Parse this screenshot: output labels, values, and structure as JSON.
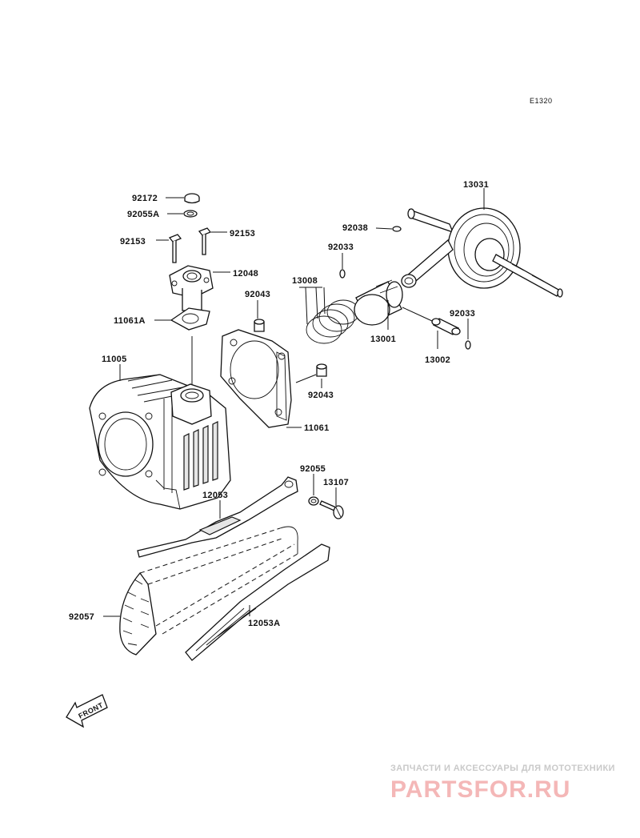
{
  "diagram_code": "E1320",
  "parts": {
    "p13031": "13031",
    "p92038": "92038",
    "p92033_top": "92033",
    "p13008": "13008",
    "p13001": "13001",
    "p92033_right": "92033",
    "p13002": "13002",
    "p92172": "92172",
    "p92055A": "92055A",
    "p92153_left": "92153",
    "p92153_right": "92153",
    "p12048": "12048",
    "p11061A": "11061A",
    "p92043_top": "92043",
    "p92043_bottom": "92043",
    "p11005": "11005",
    "p11061": "11061",
    "p92055": "92055",
    "p13107": "13107",
    "p12053": "12053",
    "p92057": "92057",
    "p12053A": "12053A"
  },
  "front_label": "FRONT",
  "watermark": {
    "caption": "ЗАПЧАСТИ И АКСЕССУАРЫ ДЛЯ МОТОТЕХНИКИ",
    "brand": "PARTSFOR.RU"
  },
  "colors": {
    "line": "#111111",
    "watermark_text": "#c9c9c9",
    "watermark_brand": "#f4b7b7"
  }
}
